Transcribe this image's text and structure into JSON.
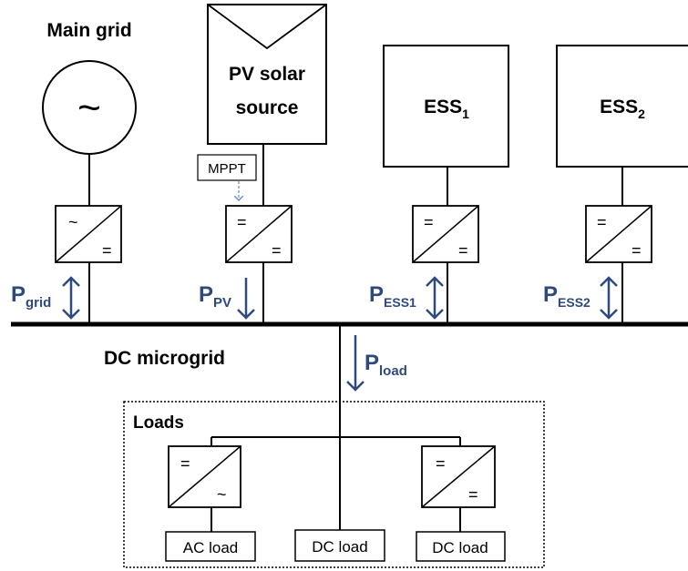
{
  "main_grid": {
    "title": "Main grid",
    "symbol": "~"
  },
  "pv": {
    "line1": "PV solar",
    "line2": "source",
    "mppt": "MPPT"
  },
  "ess1": {
    "base": "ESS",
    "sub": "1"
  },
  "ess2": {
    "base": "ESS",
    "sub": "2"
  },
  "converters": {
    "ac": "~",
    "dc": "="
  },
  "flows": {
    "grid": {
      "base": "P",
      "sub": "grid"
    },
    "pv": {
      "base": "P",
      "sub": "PV"
    },
    "ess1": {
      "base": "P",
      "sub": "ESS1"
    },
    "ess2": {
      "base": "P",
      "sub": "ESS2"
    },
    "load": {
      "base": "P",
      "sub": "load"
    }
  },
  "bus_label": "DC microgrid",
  "loads": {
    "title": "Loads",
    "ac_load": "AC load",
    "dc_load_1": "DC load",
    "dc_load_2": "DC load"
  },
  "colors": {
    "arrow": "#2e4a7d",
    "mppt_arrow": "#5b8fd6"
  }
}
